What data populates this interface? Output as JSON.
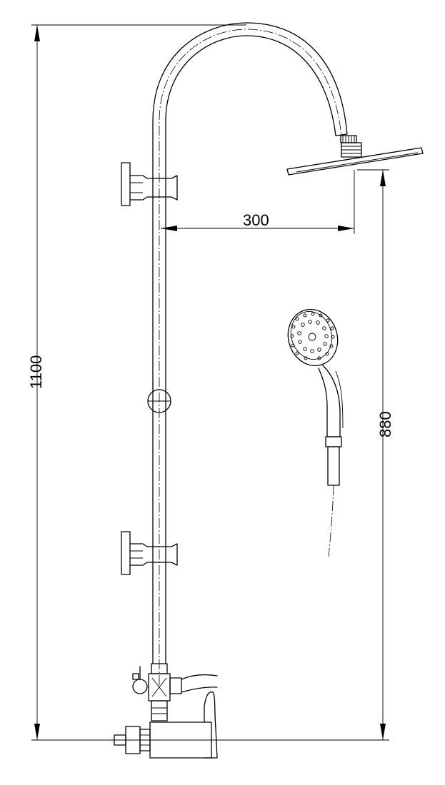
{
  "dimensions": {
    "total_height": "1100",
    "head_reach": "300",
    "head_height": "880"
  },
  "colors": {
    "line": "#000000",
    "background": "#ffffff"
  }
}
